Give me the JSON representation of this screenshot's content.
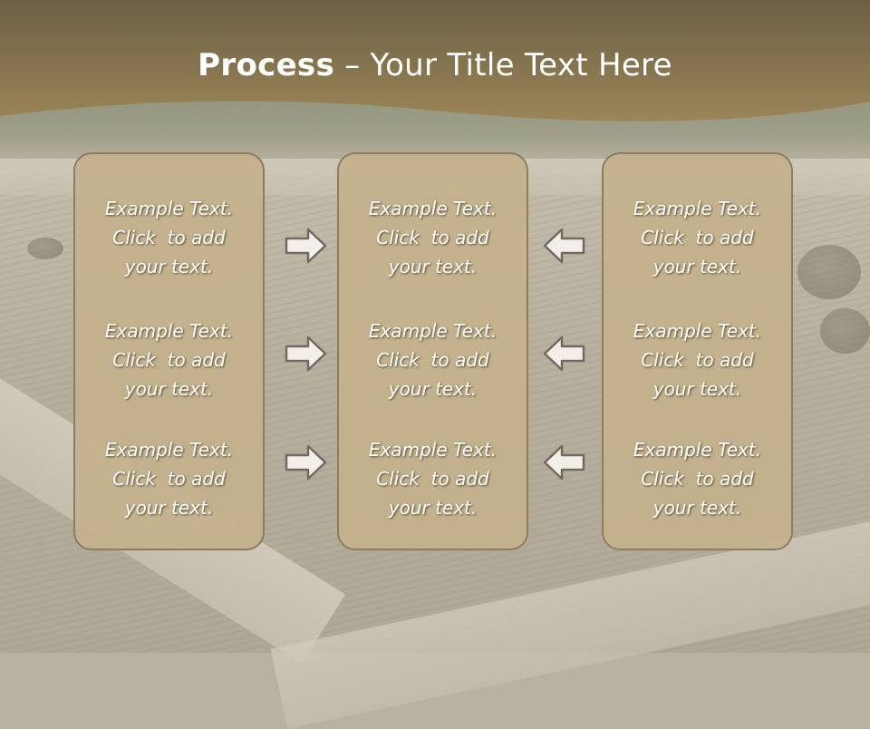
{
  "slide": {
    "title_bold": "Process",
    "title_rest": " – Your Title Text Here"
  },
  "colors": {
    "title_band": "#7a6a45",
    "column_fill": "#c4b28c",
    "column_border": "#8b7d62",
    "arrow_fill": "#f2efe9",
    "arrow_stroke": "#6f6a62"
  },
  "columns": [
    {
      "items": [
        {
          "line1": "Example Text.",
          "line2": "Click  to add",
          "line3": "your text."
        },
        {
          "line1": "Example Text.",
          "line2": "Click  to add",
          "line3": "your text."
        },
        {
          "line1": "Example Text.",
          "line2": "Click  to add",
          "line3": "your text."
        }
      ]
    },
    {
      "items": [
        {
          "line1": "Example Text.",
          "line2": "Click  to add",
          "line3": "your text."
        },
        {
          "line1": "Example Text.",
          "line2": "Click  to add",
          "line3": "your text."
        },
        {
          "line1": "Example Text.",
          "line2": "Click  to add",
          "line3": "your text."
        }
      ]
    },
    {
      "items": [
        {
          "line1": "Example Text.",
          "line2": "Click  to add",
          "line3": "your text."
        },
        {
          "line1": "Example Text.",
          "line2": "Click  to add",
          "line3": "your text."
        },
        {
          "line1": "Example Text.",
          "line2": "Click  to add",
          "line3": "your text."
        }
      ]
    }
  ],
  "arrows": {
    "left_group": [
      "arrow-right-icon",
      "arrow-right-icon",
      "arrow-right-icon"
    ],
    "right_group": [
      "arrow-left-icon",
      "arrow-left-icon",
      "arrow-left-icon"
    ]
  }
}
